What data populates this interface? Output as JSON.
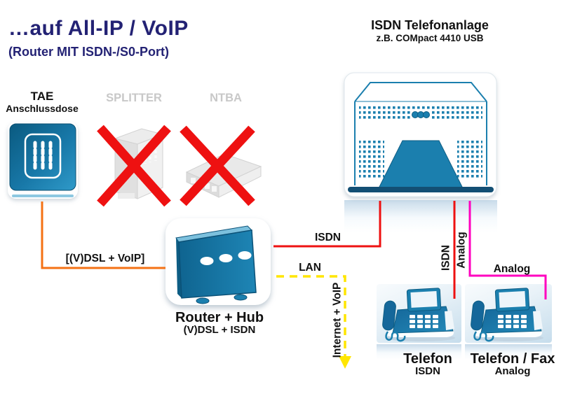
{
  "colors": {
    "navy": "#232274",
    "teal": "#1b7fae",
    "teal_dark": "#0d5d84",
    "teal_light": "#7cc0dd",
    "red": "#ee1111",
    "orange": "#f47114",
    "yellow": "#ffe600",
    "magenta": "#ff00bf",
    "gray_label": "#c8c8c8",
    "gray_device": "#dedede",
    "text": "#111111"
  },
  "header": {
    "title": "…auf All-IP / VoIP",
    "subtitle": "(Router MIT ISDN-/S0-Port)"
  },
  "pbx": {
    "title": "ISDN Telefonanlage",
    "subtitle": "z.B. COMpact 4410 USB"
  },
  "nodes": {
    "tae": {
      "label": "TAE",
      "sublabel": "Anschlussdose"
    },
    "splitter": {
      "label": "SPLITTER",
      "status": "crossed-out"
    },
    "ntba": {
      "label": "NTBA",
      "status": "crossed-out"
    },
    "router": {
      "label": "Router + Hub",
      "sublabel": "(V)DSL + ISDN"
    },
    "phone_isdn": {
      "label": "Telefon",
      "sublabel": "ISDN"
    },
    "phone_fax": {
      "label": "Telefon / Fax",
      "sublabel": "Analog"
    }
  },
  "links": {
    "dsl": {
      "label": "[(V)DSL + VoIP]",
      "color": "#f47114"
    },
    "isdn_trunk": {
      "label": "ISDN",
      "color": "#ee1111"
    },
    "lan": {
      "label": "LAN",
      "flow_label": "Internet + VoIP",
      "color": "#ffe600"
    },
    "isdn_ext": {
      "label": "ISDN",
      "color": "#ee1111"
    },
    "analog_ext": {
      "label": "Analog",
      "label2": "Analog",
      "color": "#ff00bf"
    }
  }
}
